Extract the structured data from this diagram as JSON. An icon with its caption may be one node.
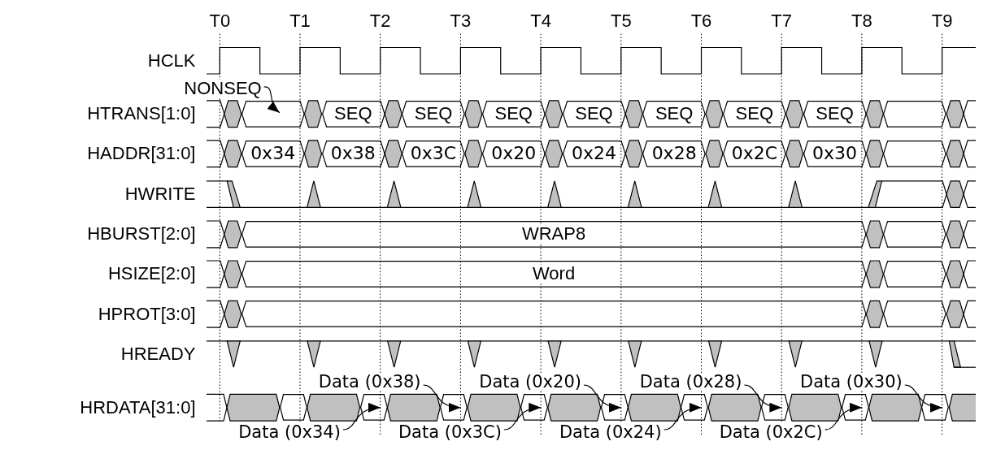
{
  "diagram": {
    "nodes": [
      {
        "text": [
          "NONSEQ"
        ]
      },
      {
        "text": [],
        "shape": "hexagon"
      },
      {
        "text": [
          "SEQ"
        ]
      },
      {
        "text": [
          "SEQ"
        ]
      },
      {
        "text": [
          "SEQ"
        ]
      },
      {
        "text": [
          "SEQ"
        ]
      },
      {
        "text": [
          "SEQ"
        ]
      },
      {
        "text": [
          "SEQ"
        ]
      },
      {
        "text": [
          "SEQ"
        ]
      },
      {
        "text": [],
        "shape": "hexagon"
      },
      {
        "text": [
          "0x34"
        ]
      },
      {
        "text": [
          "0x38"
        ]
      },
      {
        "text": [
          "0x3C"
        ]
      },
      {
        "text": [
          "0x20"
        ]
      },
      {
        "text": [
          "0x24"
        ]
      },
      {
        "text": [
          "0x28"
        ]
      },
      {
        "text": [
          "0x2C"
        ]
      },
      {
        "text": [
          "0x30"
        ]
      },
      {
        "text": [],
        "shape": "hexagon"
      },
      {
        "text": [
          "WRAP8"
        ]
      },
      {
        "text": [],
        "shape": "hexagon"
      },
      {
        "text": [
          "Word"
        ]
      },
      {
        "text": [],
        "shape": "hexagon"
      },
      {
        "text": [],
        "shape": "hexagon"
      },
      {
        "text": [],
        "shape": "hexagon"
      },
      {
        "text": [
          "Data (0x38)"
        ]
      },
      {
        "text": [
          "Data (0x20)"
        ]
      },
      {
        "text": [
          "Data (0x28)"
        ]
      },
      {
        "text": [
          "Data (0x30)"
        ]
      },
      {
        "text": [],
        "shape": "hexagon"
      },
      {
        "text": [],
        "shape": "hexagon"
      },
      {
        "text": [],
        "shape": "hexagon"
      },
      {
        "text": [],
        "shape": "hexagon"
      },
      {
        "text": [],
        "shape": "hexagon"
      },
      {
        "text": [],
        "shape": "hexagon"
      },
      {
        "text": [],
        "shape": "hexagon"
      },
      {
        "text": [],
        "shape": "hexagon"
      },
      {
        "text": [],
        "shape": "hexagon"
      },
      {
        "text": [
          "Data (0x34)"
        ]
      },
      {
        "text": [
          "Data (0x3C)"
        ]
      },
      {
        "text": [
          "Data (0x24)"
        ]
      },
      {
        "text": [
          "Data (0x2C)"
        ]
      }
    ],
    "edges": [
      {
        "from": 0,
        "to": 1,
        "arrow": "to"
      },
      {
        "from": 38,
        "to": 30,
        "arrow": "to"
      },
      {
        "from": 25,
        "to": 31,
        "arrow": "to"
      },
      {
        "from": 39,
        "to": 32,
        "arrow": "to"
      },
      {
        "from": 26,
        "to": 33,
        "arrow": "to"
      },
      {
        "from": 40,
        "to": 34,
        "arrow": "to"
      },
      {
        "from": 27,
        "to": 35,
        "arrow": "to"
      },
      {
        "from": 41,
        "to": 36,
        "arrow": "to"
      },
      {
        "from": 28,
        "to": 37,
        "arrow": "to"
      }
    ],
    "labels": [
      "T0",
      "T1",
      "T2",
      "T3",
      "T4",
      "T5",
      "T6",
      "T7",
      "T8",
      "T9",
      "HCLK",
      "HTRANS[1:0]",
      "HADDR[31:0]",
      "HWRITE",
      "HBURST[2:0]",
      "HSIZE[2:0]",
      "HPROT[3:0]",
      "HREADY",
      "HRDATA[31:0]"
    ]
  }
}
